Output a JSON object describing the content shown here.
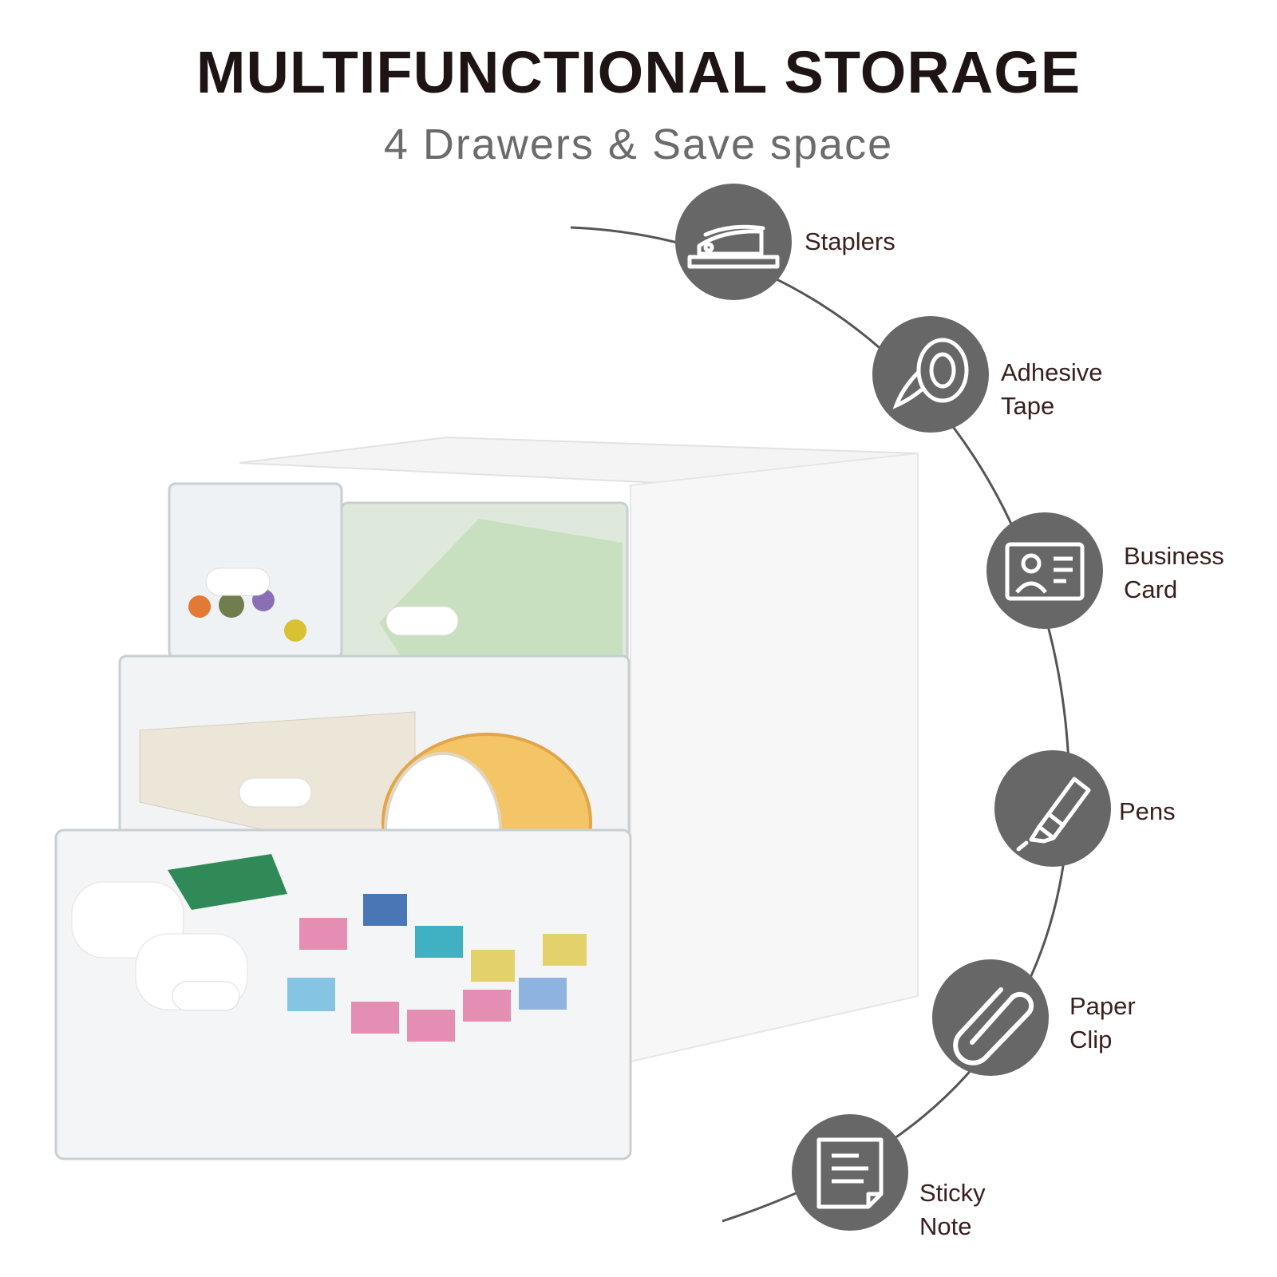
{
  "heading": {
    "title": "MULTIFUNCTIONAL STORAGE",
    "subtitle": "4 Drawers & Save space"
  },
  "colors": {
    "title": "#1e1414",
    "subtitle": "#6b6b6b",
    "badge": "#676767",
    "label": "#3a1f1f",
    "connector": "#555555"
  },
  "features": [
    {
      "icon": "stapler-icon",
      "line1": "Staplers",
      "line2": ""
    },
    {
      "icon": "adhesive-tape-icon",
      "line1": "Adhesive",
      "line2": "Tape"
    },
    {
      "icon": "business-card-icon",
      "line1": "Business",
      "line2": "Card"
    },
    {
      "icon": "pen-icon",
      "line1": "Pens",
      "line2": ""
    },
    {
      "icon": "paper-clip-icon",
      "line1": "Paper",
      "line2": "Clip"
    },
    {
      "icon": "sticky-note-icon",
      "line1": "Sticky",
      "line2": "Note"
    }
  ]
}
